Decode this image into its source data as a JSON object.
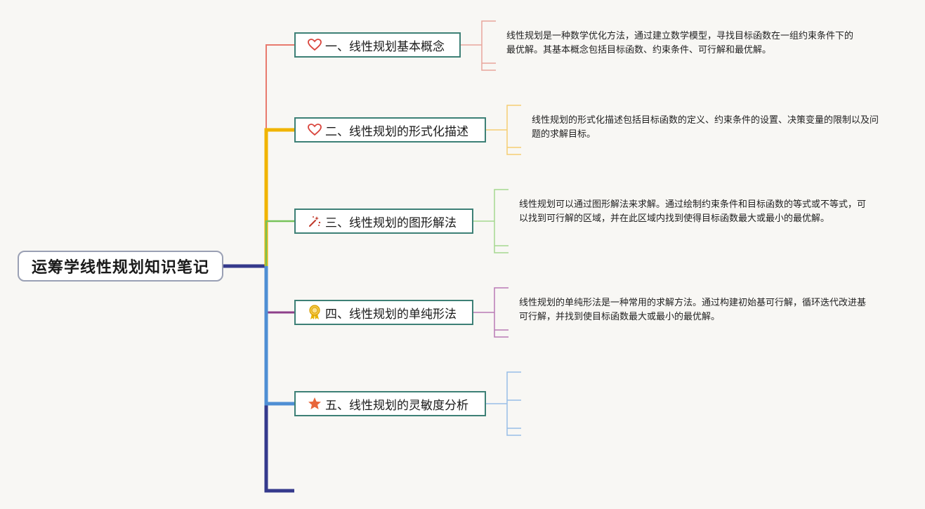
{
  "root": {
    "title": "运筹学线性规划知识笔记"
  },
  "topics": [
    {
      "label": "一、线性规划基本概念",
      "icon": "heart-icon",
      "color": "#e87a6e",
      "note": "线性规划是一种数学优化方法，通过建立数学模型，寻找目标函数在一组约束条件下的最优解。其基本概念包括目标函数、约束条件、可行解和最优解。"
    },
    {
      "label": "二、线性规划的形式化描述",
      "icon": "heart-icon",
      "color": "#f0b400",
      "note": "线性规划的形式化描述包括目标函数的定义、约束条件的设置、决策变量的限制以及问题的求解目标。"
    },
    {
      "label": "三、线性规划的图形解法",
      "icon": "magic-wand-icon",
      "color": "#77c35a",
      "note": "线性规划可以通过图形解法来求解。通过绘制约束条件和目标函数的等式或不等式，可以找到可行解的区域，并在此区域内找到使得目标函数最大或最小的最优解。"
    },
    {
      "label": "四、线性规划的单纯形法",
      "icon": "ribbon-medal-icon",
      "color": "#8e3f8a",
      "note": "线性规划的单纯形法是一种常用的求解方法。通过构建初始基可行解，循环迭代改进基可行解，并找到使目标函数最大或最小的最优解。"
    },
    {
      "label": "五、线性规划的灵敏度分析",
      "icon": "star-icon",
      "color": "#4f8fd4",
      "note": ""
    }
  ],
  "colors": {
    "trunk": "#353a8c",
    "topic_border": "#3d8076",
    "root_border": "#9aa0b4"
  }
}
